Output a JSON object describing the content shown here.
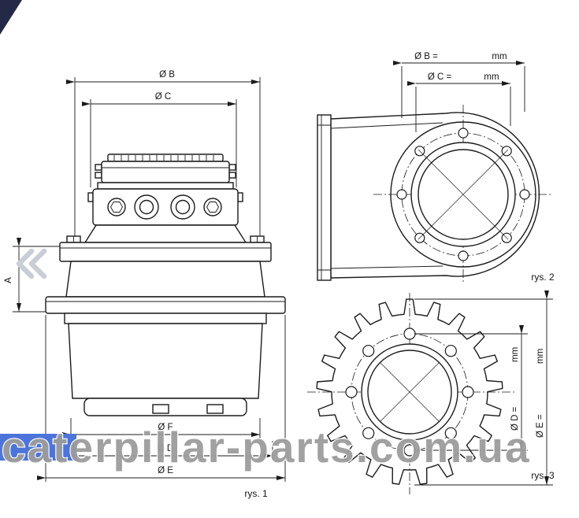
{
  "colors": {
    "line": "#1b1b1b",
    "watermark_text": "#9d9d9d",
    "watermark_outline": "#ffffff",
    "watermark_band": "#4d74d9",
    "corner": "#232947",
    "chevron": "#c9ced6"
  },
  "watermark": {
    "text": "caterpillar-parts.com.ua"
  },
  "fig1": {
    "caption": "rys. 1",
    "dim_b": "Ø B",
    "dim_c": "Ø C",
    "dim_a": "A",
    "dim_f": "Ø F",
    "dim_d": "Ø D",
    "dim_e": "Ø E"
  },
  "fig2": {
    "caption": "rys. 2",
    "dim_b_label": "Ø B =",
    "dim_b_unit": "mm",
    "dim_c_label": "Ø C =",
    "dim_c_unit": "mm"
  },
  "fig3": {
    "caption": "rys. 3",
    "dim_d_label": "Ø D =",
    "dim_d_unit": "mm",
    "dim_e_label": "Ø E =",
    "dim_e_unit": "mm"
  }
}
